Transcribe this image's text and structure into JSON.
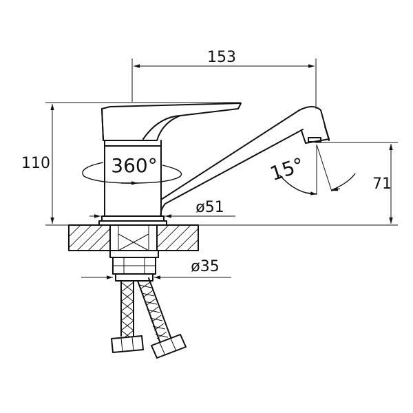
{
  "dimensions": {
    "spout_reach": "153",
    "total_height": "110",
    "spout_height": "71",
    "base_diameter": "ø51",
    "thread_diameter": "ø35",
    "swivel_angle": "360°",
    "spout_tilt": "15°"
  }
}
